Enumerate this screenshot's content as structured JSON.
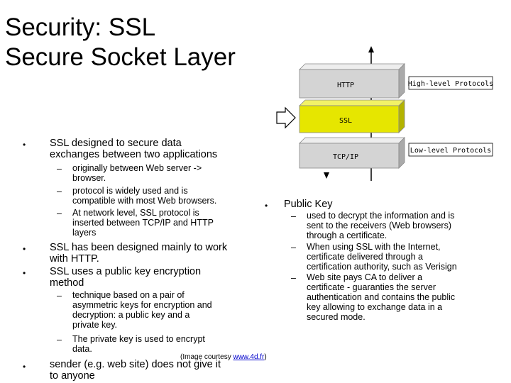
{
  "slide": {
    "title_line1": "Security: SSL",
    "title_line2": "Secure Socket Layer"
  },
  "left": {
    "b1": {
      "line1": "SSL designed to secure data",
      "line2": "exchanges between two applications",
      "subs": [
        {
          "lines": [
            "originally between Web server ->",
            "browser."
          ]
        },
        {
          "lines": [
            "protocol is widely used and is",
            "compatible with most Web browsers."
          ]
        },
        {
          "lines": [
            "At network level, SSL protocol is",
            "inserted between TCP/IP and HTTP",
            "layers"
          ]
        }
      ]
    },
    "b2": {
      "line1": "SSL has been designed mainly to work",
      "line2": "with HTTP."
    },
    "b3": {
      "line1": "SSL uses a public key encryption",
      "line2": "method",
      "subs": [
        {
          "lines": [
            "technique based on a pair of",
            "asymmetric keys for encryption and",
            "decryption: a public key and a",
            "private key."
          ]
        },
        {
          "lines": [
            "The private key is used to encrypt",
            "data."
          ]
        }
      ]
    },
    "b4": {
      "line1": "sender (e.g. web site) does not give it",
      "line2": "to anyone"
    }
  },
  "right": {
    "title": "Public Key",
    "subs": [
      {
        "lines": [
          "used to decrypt the information and is",
          "sent to the receivers (Web browsers)",
          "through a certificate."
        ]
      },
      {
        "lines": [
          "When using SSL with the Internet,",
          "certificate delivered through a",
          "certification authority, such as Verisign"
        ]
      },
      {
        "lines": [
          "Web site pays CA  to deliver a",
          "certificate - guaranties the server",
          "authentication and contains the public",
          "key allowing to exchange data in a",
          "secured mode."
        ]
      }
    ]
  },
  "diagram": {
    "layers": [
      "HTTP",
      "SSL",
      "TCP/IP"
    ],
    "label_top": "High-level Protocols",
    "label_bottom": "Low-level Protocols",
    "ssl_color": "#e6e600",
    "layer_color": "#d4d4d4"
  },
  "caption": {
    "prefix": "(Image courtesy ",
    "link": "www.4d.fr",
    "suffix": ")"
  },
  "bullet_char": "•",
  "dash_char": "–"
}
